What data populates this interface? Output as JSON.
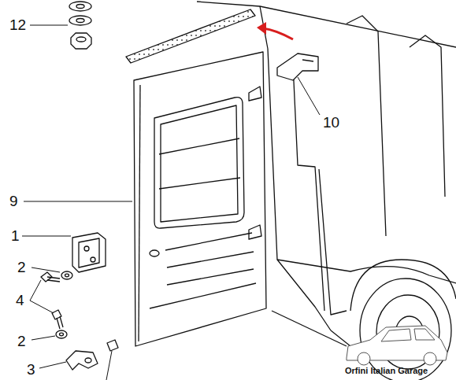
{
  "diagram": {
    "labels": [
      "12",
      "10",
      "9",
      "1",
      "2",
      "4",
      "2",
      "3",
      "Orfini Italian Garage"
    ]
  }
}
